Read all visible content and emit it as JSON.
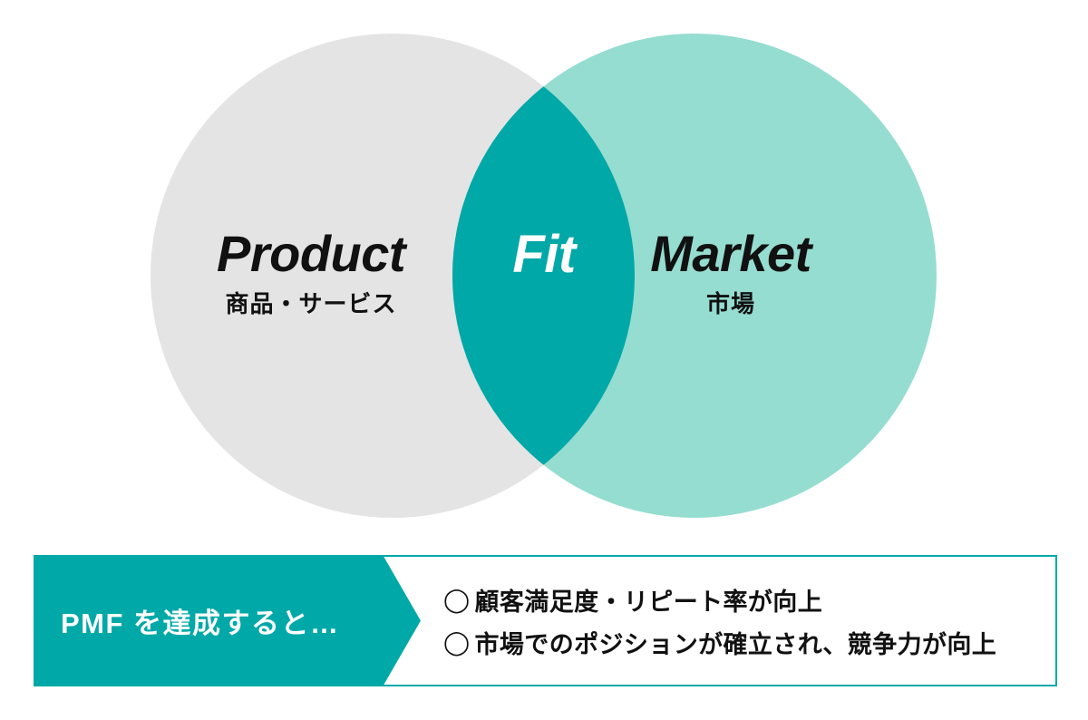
{
  "diagram": {
    "type": "venn",
    "colors": {
      "left_circle": "#E4E4E4",
      "right_circle": "#95DDD0",
      "intersection": "#00A8A8",
      "background": "#FFFFFF",
      "text_dark": "#111111",
      "text_light": "#FFFFFF"
    },
    "left": {
      "title": "Product",
      "subtitle": "商品・サービス"
    },
    "center": {
      "title": "Fit"
    },
    "right": {
      "title": "Market",
      "subtitle": "市場"
    }
  },
  "banner": {
    "heading": "PMF を達成すると…",
    "bullets": [
      {
        "mark": "◯",
        "text": "顧客満足度・リピート率が向上"
      },
      {
        "mark": "◯",
        "text": "市場でのポジションが確立され、競争力が向上"
      }
    ]
  }
}
